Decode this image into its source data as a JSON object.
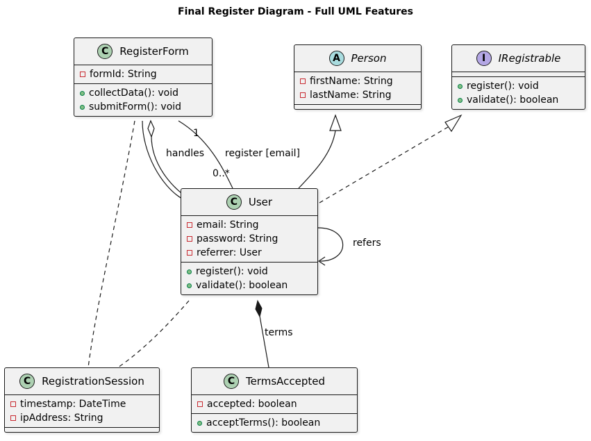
{
  "title": "Final Register Diagram - Full UML Features",
  "classes": {
    "register_form": {
      "stereotype": "C",
      "name": "RegisterForm",
      "attributes": [
        "formId: String"
      ],
      "methods": [
        "collectData(): void",
        "submitForm(): void"
      ]
    },
    "person": {
      "stereotype": "A",
      "name": "Person",
      "attributes": [
        "firstName: String",
        "lastName: String"
      ],
      "methods": []
    },
    "iregistrable": {
      "stereotype": "I",
      "name": "IRegistrable",
      "attributes": [],
      "methods": [
        "register(): void",
        "validate(): boolean"
      ]
    },
    "user": {
      "stereotype": "C",
      "name": "User",
      "attributes": [
        "email: String",
        "password: String",
        "referrer: User"
      ],
      "methods": [
        "register(): void",
        "validate(): boolean"
      ]
    },
    "registration_session": {
      "stereotype": "C",
      "name": "RegistrationSession",
      "attributes": [
        "timestamp: DateTime",
        "ipAddress: String"
      ],
      "methods": []
    },
    "terms_accepted": {
      "stereotype": "C",
      "name": "TermsAccepted",
      "attributes": [
        "accepted: boolean"
      ],
      "methods": [
        "acceptTerms(): boolean"
      ]
    }
  },
  "relations": {
    "handles": "handles",
    "register": "register [email]",
    "mult_form": "1",
    "mult_user": "0..*",
    "refers": "refers",
    "terms": "terms"
  }
}
